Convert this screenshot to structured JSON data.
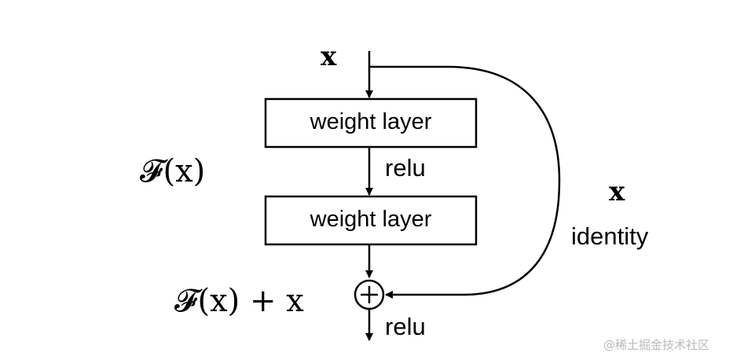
{
  "diagram": {
    "input_label": "x",
    "layer1": "weight layer",
    "relu_mid": "relu",
    "layer2": "weight layer",
    "residual_label": "𝓕(x)",
    "identity_x": "x",
    "identity_label": "identity",
    "sum_label": "𝓕(x) + x",
    "relu_out": "relu",
    "plus_symbol": "+"
  },
  "watermark": "@稀土掘金技术社区"
}
